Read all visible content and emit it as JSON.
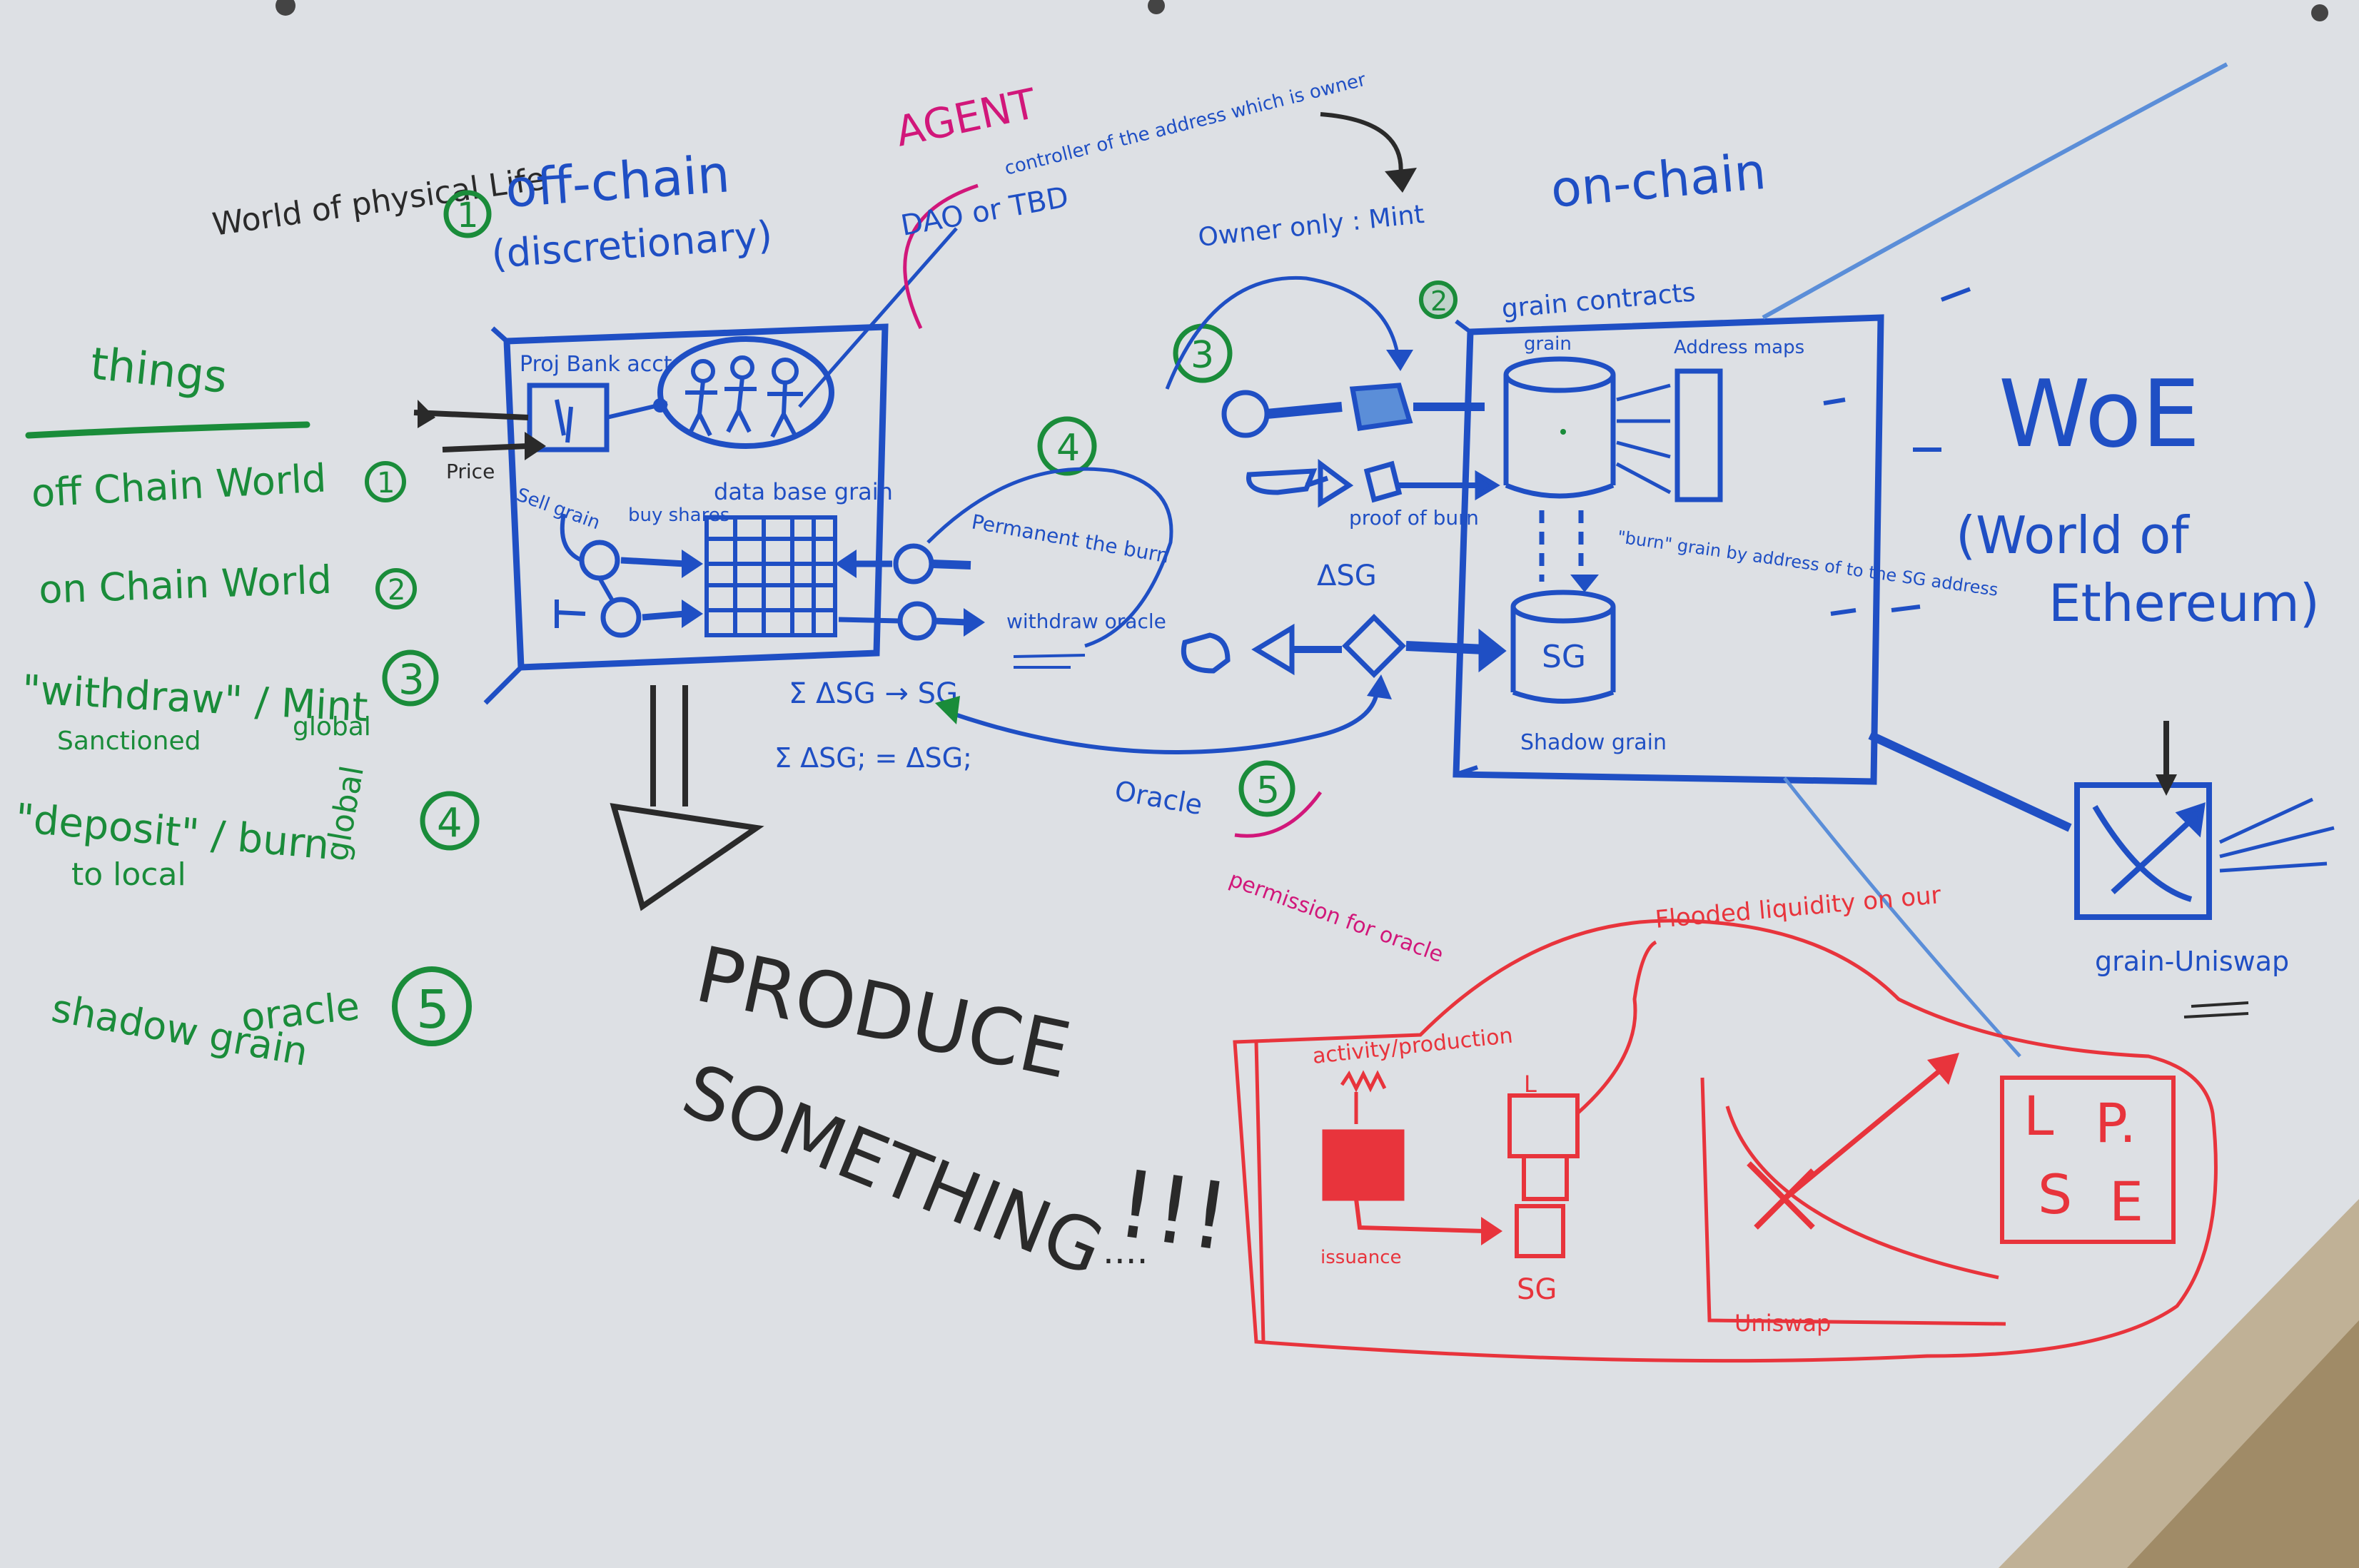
{
  "colors": {
    "board": "#dde0e4",
    "blue": "#1f4fc4",
    "green": "#1a8c3a",
    "black": "#2a2a2a",
    "red": "#e8343c",
    "magenta": "#d1177a",
    "lightblue": "#5b8ed8"
  },
  "top_left": {
    "world_label": "World of physical Life",
    "things": "things"
  },
  "legend": {
    "items": [
      {
        "text": "off Chain World",
        "num": "1"
      },
      {
        "text": "on Chain World",
        "num": "2"
      },
      {
        "text": "\"withdraw\" / Mint",
        "sub1": "Sanctioned",
        "sub2": "global",
        "num": "3"
      },
      {
        "text": "\"deposit\" / burn",
        "sub1": "to local",
        "sub2": "global",
        "num": "4"
      },
      {
        "text": "shadow grain",
        "sub2": "oracle",
        "num": "5"
      }
    ]
  },
  "off_chain": {
    "num": "1",
    "title": "off-chain",
    "subtitle": "(discretionary)",
    "proj_bank": "Proj Bank acct",
    "price": "Price",
    "sell_grain": "Sell grain",
    "buy_shares": "buy shares",
    "database_grain": "data base grain",
    "permanent_burn": "Permanent the burn",
    "withdraw_oracle": "withdraw oracle",
    "delta_sg": "Σ ΔSG → SG",
    "sum_formula": "Σ ΔSG; = ΔSG;"
  },
  "agent": {
    "label": "AGENT",
    "dao": "DAO or TBD",
    "controller": "controller of the address which is owner"
  },
  "middle": {
    "owner_only": "Owner only : Mint",
    "proof_of_burn": "proof of burn",
    "delta_sg": "ΔSG",
    "oracle": "Oracle",
    "num3": "3",
    "num4": "4",
    "num5": "5",
    "permission": "permission for oracle"
  },
  "on_chain": {
    "title": "on-chain",
    "num": "2",
    "grain_contracts": "grain contracts",
    "grain": "grain",
    "address_maps": "Address maps",
    "burn_note": "\"burn\" grain by address of to the SG address",
    "sg": "SG",
    "shadow_grain": "Shadow grain"
  },
  "woe": {
    "title": "WoE",
    "sub1": "(World of",
    "sub2": "Ethereum)",
    "uniswap": "grain-Uniswap"
  },
  "produce": {
    "line1": "PRODUCE",
    "line2": "SOMETHING",
    "marks": "!!!",
    "dots": "...."
  },
  "red_section": {
    "activity": "activity/production",
    "flooded": "Flooded liquidity on our",
    "l": "L",
    "sg": "SG",
    "issuance": "issuance",
    "uniswap": "Uniswap",
    "lp_l": "L",
    "lp_p": "P.",
    "lp_s": "S",
    "lp_e": "E"
  }
}
